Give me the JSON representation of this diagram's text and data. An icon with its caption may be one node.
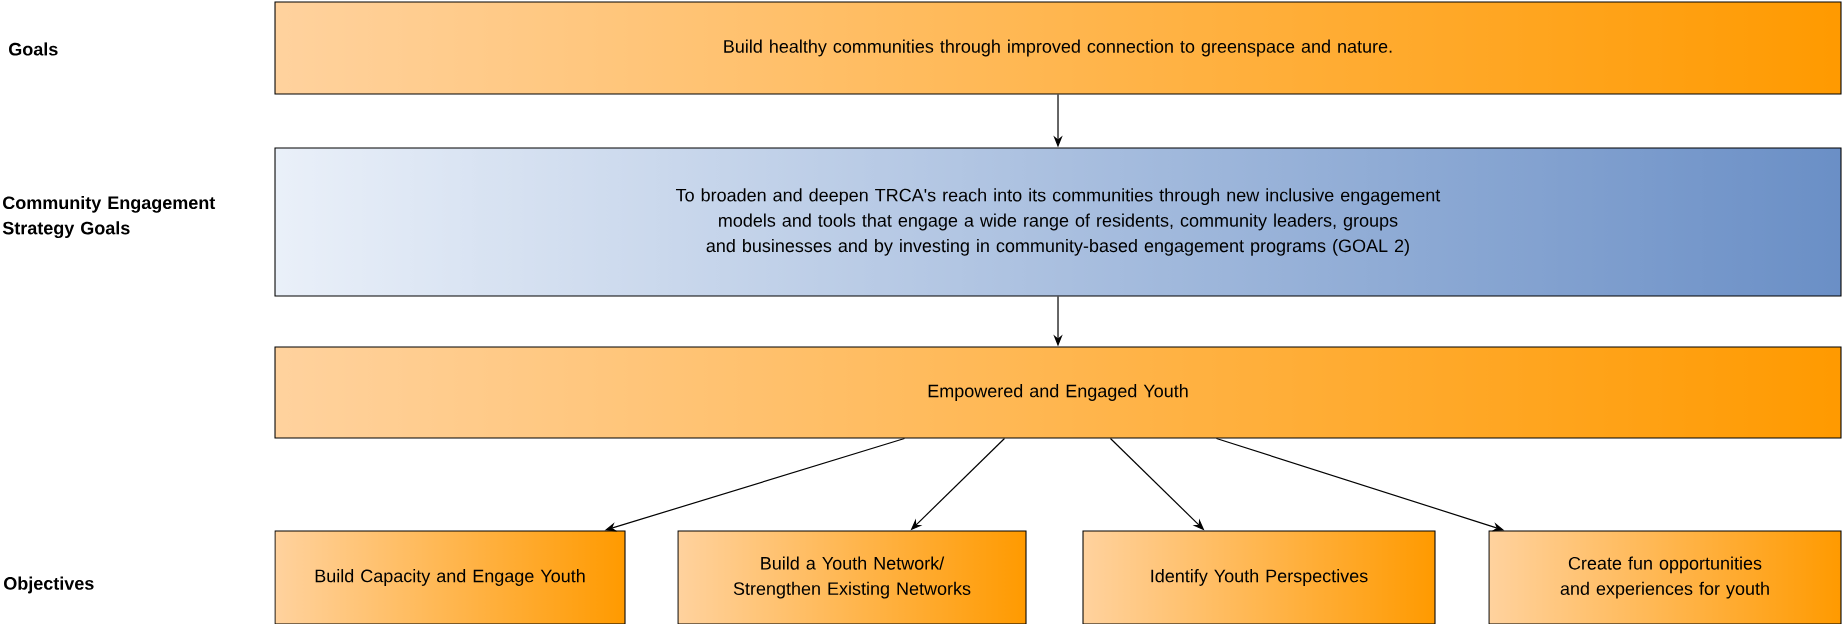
{
  "diagram": {
    "nodes": [
      {
        "text": [
          "Build healthy communities through improved connection to greenspace and nature."
        ]
      },
      {
        "text": [
          "To broaden and deepen TRCA's reach into its communities through new inclusive engagement models and tools that engage a wide range of residents, community leaders, groups and businesses and by investing in community-based engagement programs (GOAL 2)"
        ]
      },
      {
        "text": [
          "Empowered and Engaged Youth"
        ]
      },
      {
        "text": [
          "Build Capacity and Engage Youth"
        ]
      },
      {
        "text": [
          "Build a Youth Network/ Strengthen Existing Networks"
        ]
      },
      {
        "text": [
          "Identify Youth Perspectives"
        ]
      },
      {
        "text": [
          "Create fun opportunities and experiences for youth"
        ]
      }
    ],
    "edges": [
      {
        "from": 0,
        "to": 1,
        "arrow": "to"
      },
      {
        "from": 1,
        "to": 2,
        "arrow": "to"
      },
      {
        "from": 2,
        "to": 3,
        "arrow": "to"
      },
      {
        "from": 2,
        "to": 4,
        "arrow": "to"
      },
      {
        "from": 2,
        "to": 5,
        "arrow": "to"
      },
      {
        "from": 2,
        "to": 6,
        "arrow": "to"
      }
    ],
    "labels": [
      "Goals",
      "Community Engagement Strategy Goals",
      "Objectives"
    ]
  }
}
